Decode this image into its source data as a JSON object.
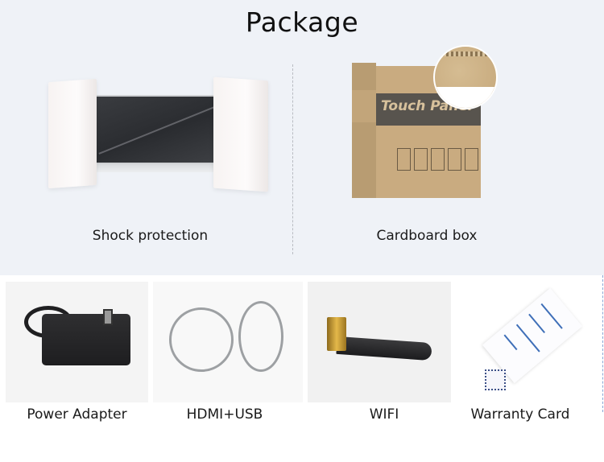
{
  "page": {
    "title": "Package"
  },
  "top_items": [
    {
      "label": "Shock protection",
      "icon": "foam-packaged-panel-image"
    },
    {
      "label": "Cardboard box",
      "icon": "cardboard-box-image",
      "box_print": "Touch Panel"
    }
  ],
  "bottom_items": [
    {
      "label": "Power Adapter",
      "icon": "power-adapter-image"
    },
    {
      "label": "HDMI+USB",
      "icon": "hdmi-usb-cables-image"
    },
    {
      "label": "WIFI",
      "icon": "wifi-antenna-image"
    },
    {
      "label": "Warranty Card",
      "icon": "warranty-card-image"
    }
  ],
  "colors": {
    "top_background": "#eff2f7",
    "bottom_background": "#ffffff",
    "text": "#141414",
    "cardboard": "#c9ab80",
    "box_band": "#58544e"
  }
}
